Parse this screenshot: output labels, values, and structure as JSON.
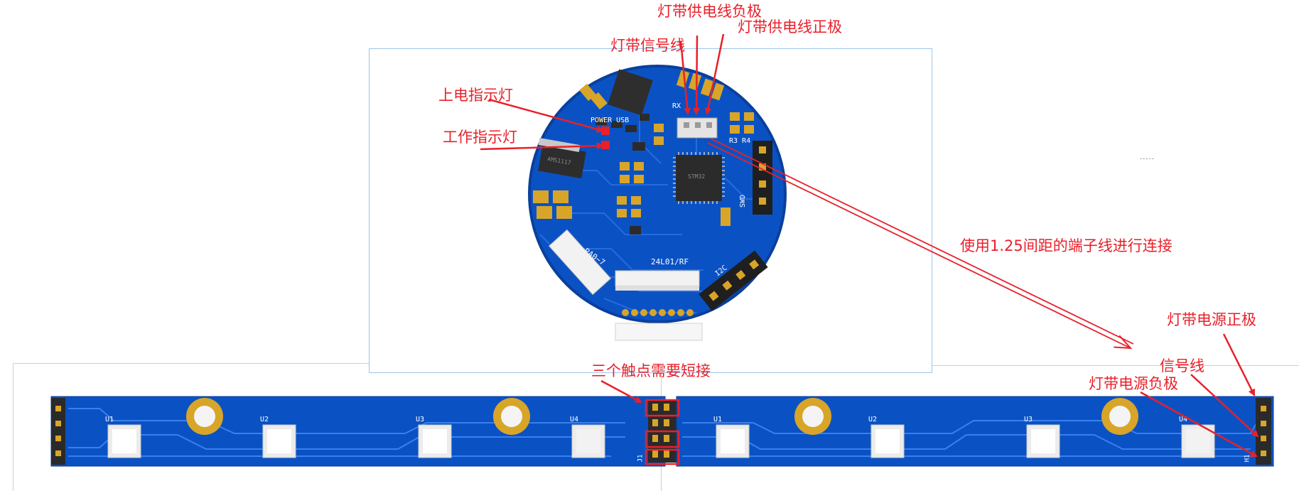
{
  "annotations": {
    "strip_neg": "灯带供电线负极",
    "strip_pos": "灯带供电线正极",
    "strip_signal": "灯带信号线",
    "power_led": "上电指示灯",
    "work_led": "工作指示灯",
    "connector_note": "使用1.25间距的端子线进行连接",
    "short_note": "三个触点需要短接",
    "strip_power_pos": "灯带电源正极",
    "signal_line": "信号线",
    "strip_power_neg": "灯带电源负极"
  },
  "board_labels": {
    "power_usb": "POWER USB",
    "rx": "RX",
    "r3r4": "R3 R4",
    "swd": "SWD",
    "pa07": "PA0~7",
    "rf": "24L01/RF",
    "i2c": "I2C",
    "chip": "STM32",
    "reg": "AMS1117"
  },
  "strip": {
    "left_leds": [
      "U1",
      "U2",
      "U3",
      "U4"
    ],
    "right_leds": [
      "U1",
      "U2",
      "U3",
      "U4"
    ],
    "left_conn": "J1",
    "right_conn": "H1"
  },
  "misc": {
    "dots": "....."
  },
  "colors": {
    "annotation": "#e8202a",
    "pcb": "#0a52c4",
    "pad": "#d8a528"
  }
}
